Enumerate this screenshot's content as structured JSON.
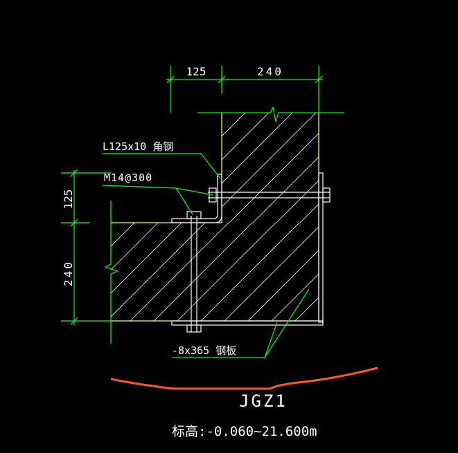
{
  "colors": {
    "background": "#000000",
    "dimension": "#00ff00",
    "outline": "#ffff66",
    "hatch": "#ffffff",
    "plate": "#ffffff",
    "cloud": "#ff5a1e",
    "text": "#ffffff"
  },
  "dimensions": {
    "top_left": "125",
    "top_right": "240",
    "left_upper": "125",
    "left_lower": "240"
  },
  "labels": {
    "angle_steel": "L125x10 角钢",
    "bolt": "M14@300",
    "plate": "-8x365 钢板"
  },
  "title": "JGZ1",
  "elevation": "标高:-0.060~21.600m"
}
